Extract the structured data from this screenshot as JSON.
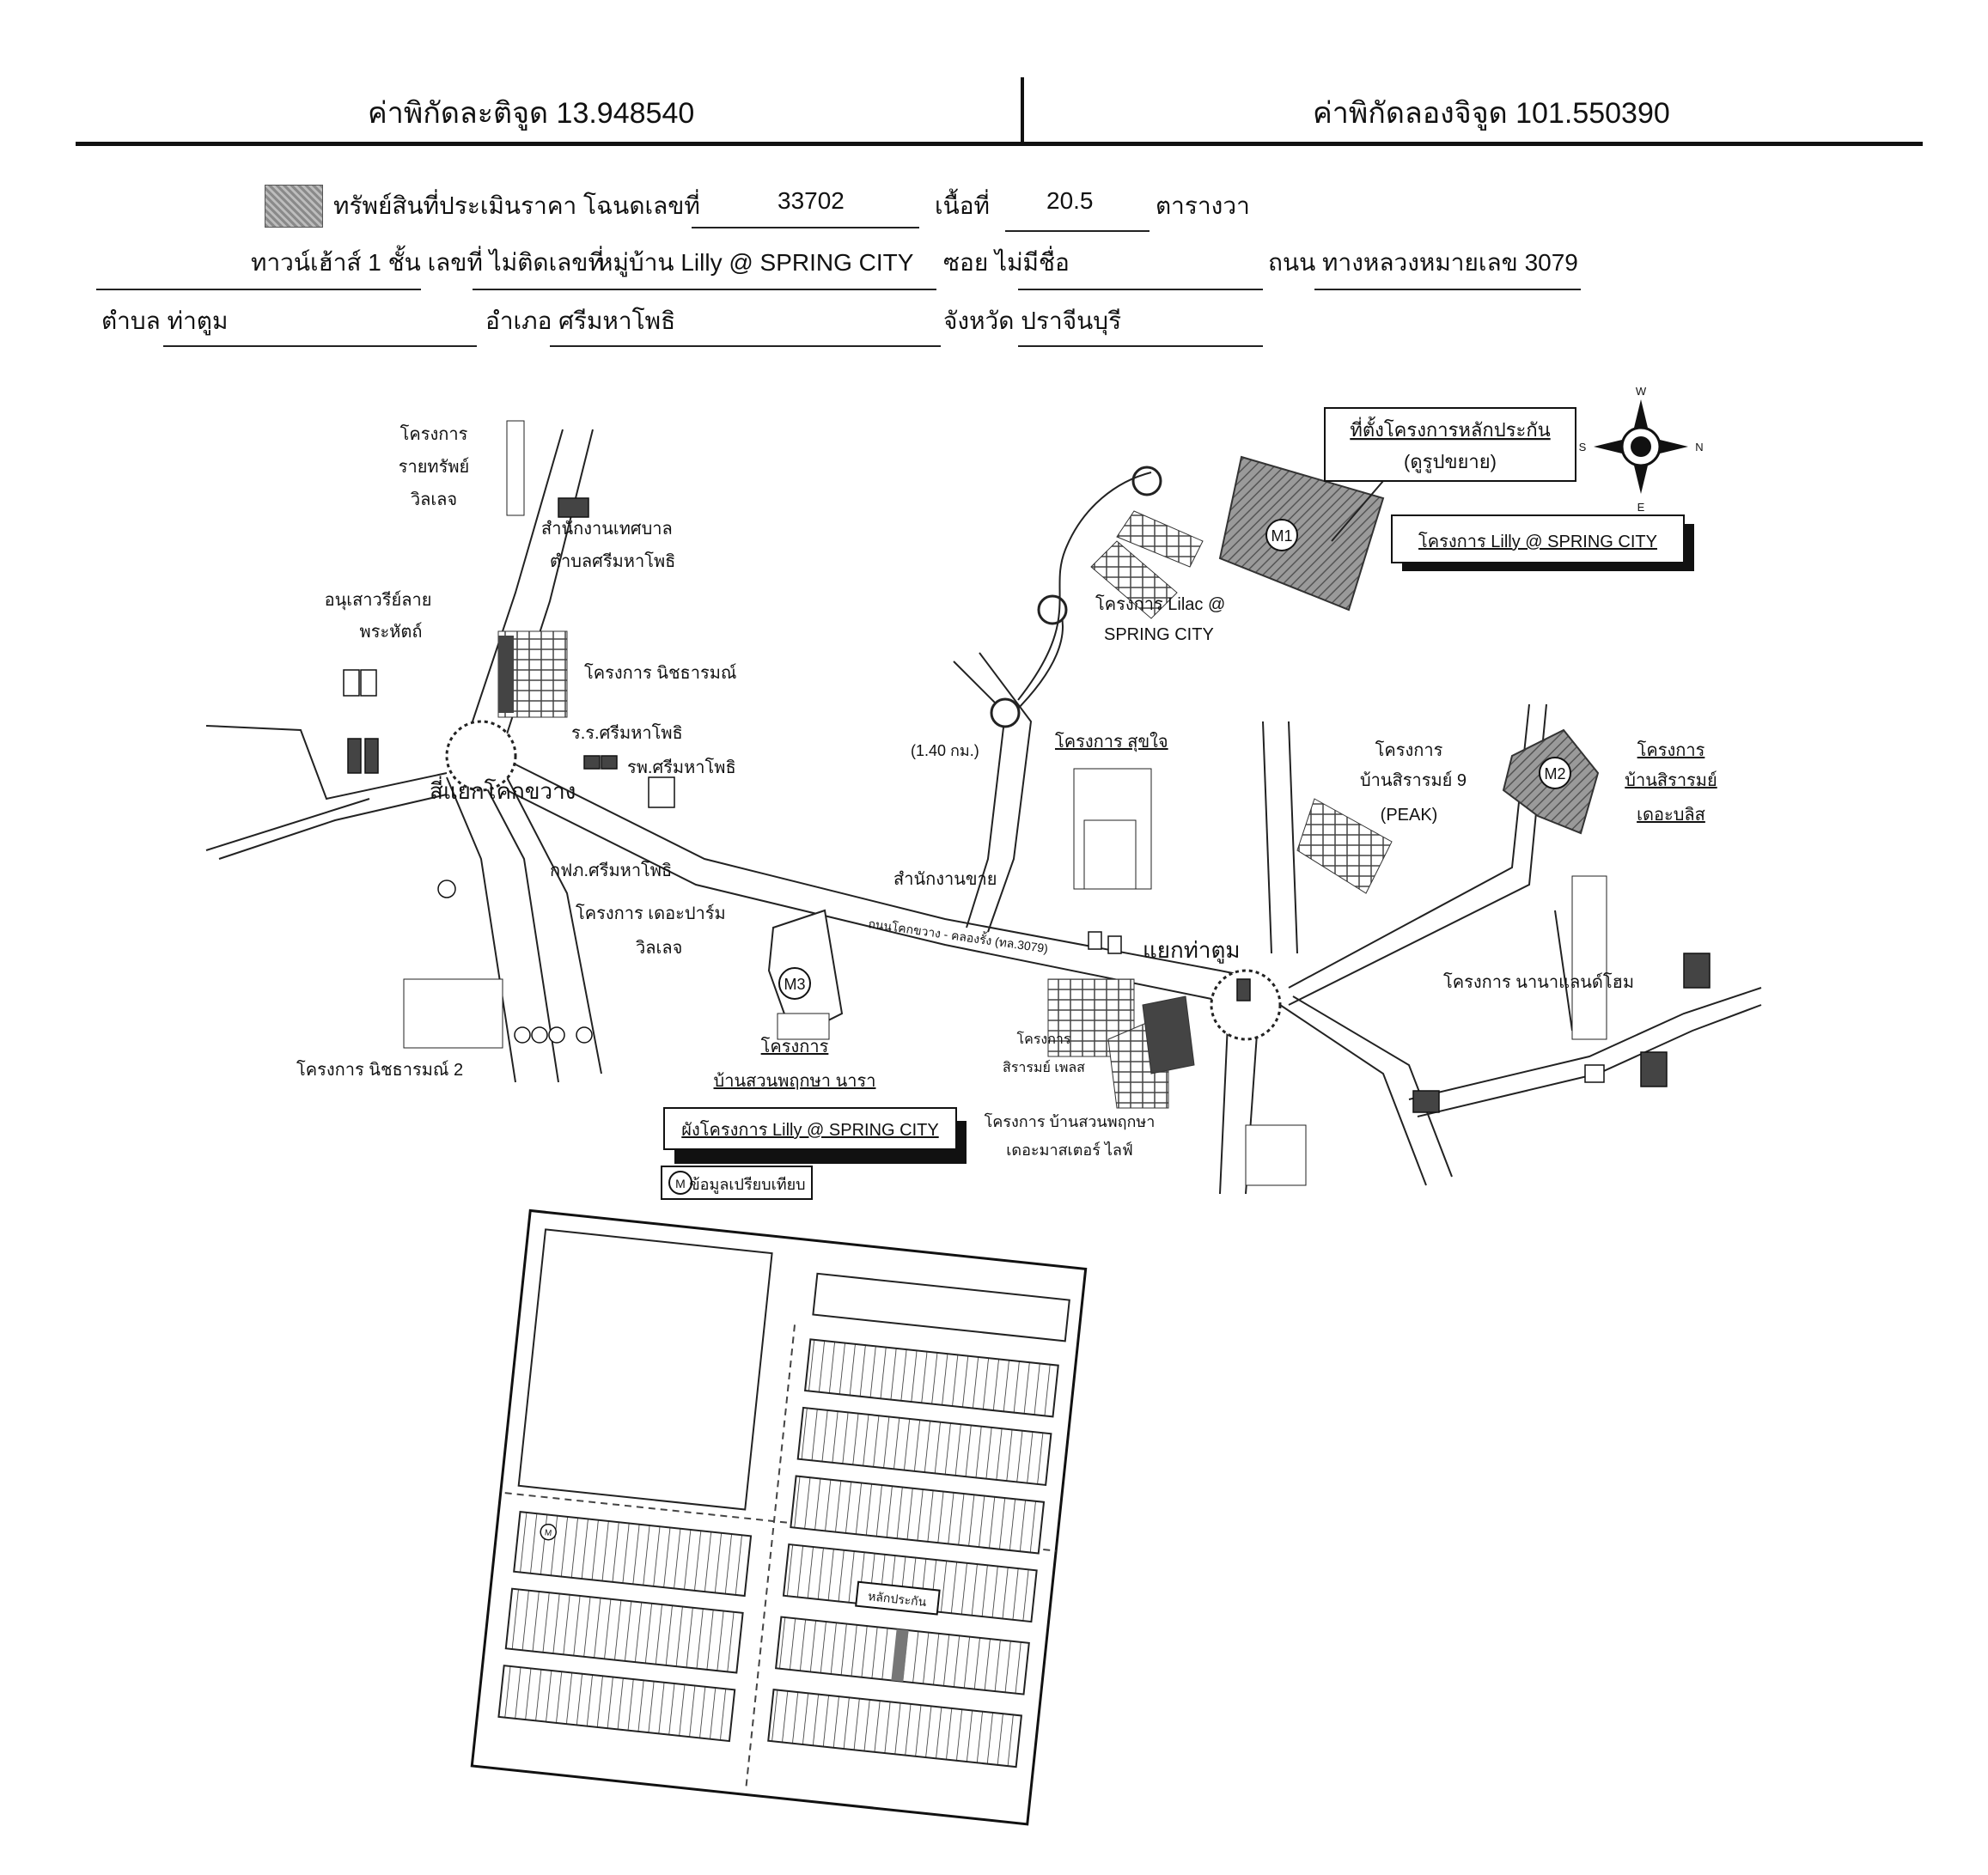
{
  "header": {
    "latitude": "ค่าพิกัดละติจูด 13.948540",
    "longitude": "ค่าพิกัดลองจิจูด 101.550390"
  },
  "fields": {
    "legend_text": "ทรัพย์สินที่ประเมินราคา โฉนดเลขที่",
    "deed_no": "33702",
    "area_label": "เนื้อที่",
    "area_value": "20.5",
    "area_unit": "ตารางวา",
    "house_type": "ทาวน์เฮ้าส์ 1 ชั้น เลขที่ ไม่ติดเลขที่",
    "village": "หมู่บ้าน Lilly @ SPRING CITY",
    "soi": "ซอย ไม่มีชื่อ",
    "road": "ถนน ทางหลวงหมายเลข 3079",
    "subdistrict": "ตำบล ท่าตูม",
    "district": "อำเภอ ศรีมหาโพธิ",
    "province": "จังหวัด ปราจีนบุรี"
  },
  "map": {
    "labels": {
      "proj_raisap_1": "โครงการ",
      "proj_raisap_2": "รายทรัพย์",
      "proj_raisap_3": "วิลเลจ",
      "office_1": "สำนักงานเทศบาล",
      "office_2": "ตำบลศรีมหาโพธิ",
      "monument_1": "อนุเสาวรีย์ลาย",
      "monument_2": "พระหัตถ์",
      "nitcharn": "โครงการ นิชธารมณ์",
      "school": "ร.ร.ศรีมหาโพธิ",
      "hospital": "รพ.ศรีมหาโพธิ",
      "junction_kok": "สี่แยกโคกขวาง",
      "pea": "กฟภ.ศรีมหาโพธิ",
      "therapalm_1": "โครงการ เดอะปาร์ม",
      "therapalm_2": "วิลเลจ",
      "nitcharn2": "โครงการ นิชธารมณ์ 2",
      "dist_140": "(1.40 กม.)",
      "sukjai": "โครงการ สุขใจ",
      "district_office": "สำนักงานขาย",
      "lilac_1": "โครงการ Lilac @",
      "lilac_2": "SPRING CITY",
      "main_site_1": "ที่ตั้งโครงการหลักประกัน",
      "main_site_2": "(ดูรูปขยาย)",
      "lilly_box": "โครงการ Lilly @ SPRING CITY",
      "sirarom9_1": "โครงการ",
      "sirarom9_2": "บ้านสิรารมย์ 9",
      "sirarom9_3": "(PEAK)",
      "bliss_1": "โครงการ",
      "bliss_2": "บ้านสิรารมย์",
      "bliss_3": "เดอะบลิส",
      "junction_thatum": "แยกท่าตูม",
      "nana": "โครงการ นานาแลนด์โฮม",
      "suanprueksa_1": "โครงการ",
      "suanprueksa_2": "บ้านสวนพฤกษา นารา",
      "sirarom_1": "โครงการ",
      "sirarom_2": "สิรารมย์ เพลส",
      "pruksa2_1": "โครงการ บ้านสวนพฤกษา",
      "pruksa2_2": "เดอะมาสเตอร์ ไลฟ์",
      "lilly_plan_box": "ผังโครงการ Lilly @ SPRING CITY",
      "legend_m": "ข้อมูลเปรียบเทียบ",
      "m1": "M1",
      "m2": "M2",
      "m3": "M3",
      "m_legend": "M",
      "compass_n": "N",
      "compass_s": "S",
      "compass_e": "E",
      "compass_w": "W",
      "road_3079": "ถนนโคกขวาง - คลองรั้ง (ทล.3079)"
    }
  },
  "plan": {
    "labels": {
      "box": "หลักประกัน",
      "m": "M"
    }
  }
}
